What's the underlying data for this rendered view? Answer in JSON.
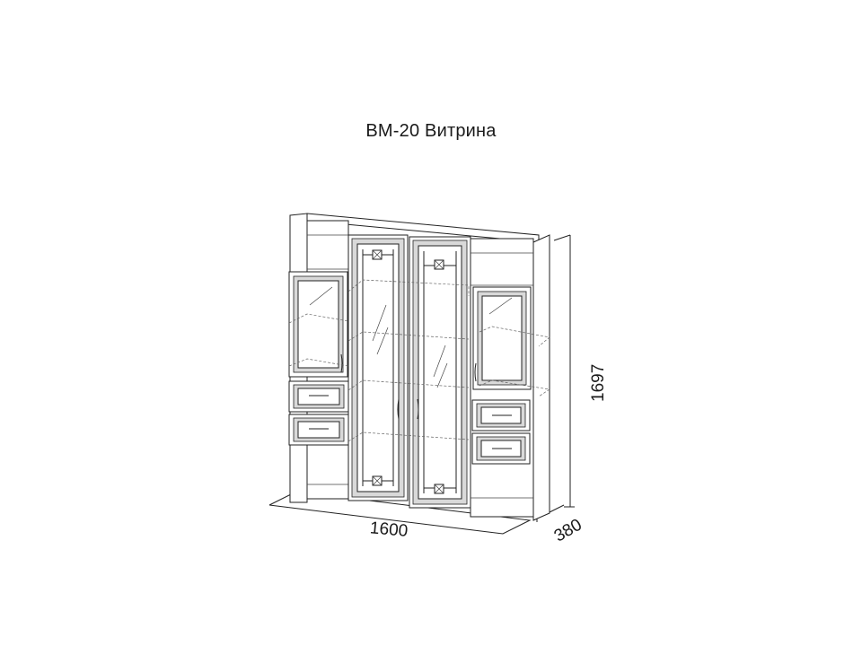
{
  "title": "ВМ-20 Витрина",
  "dimensions": {
    "width": "1600",
    "depth": "380",
    "height": "1697"
  }
}
